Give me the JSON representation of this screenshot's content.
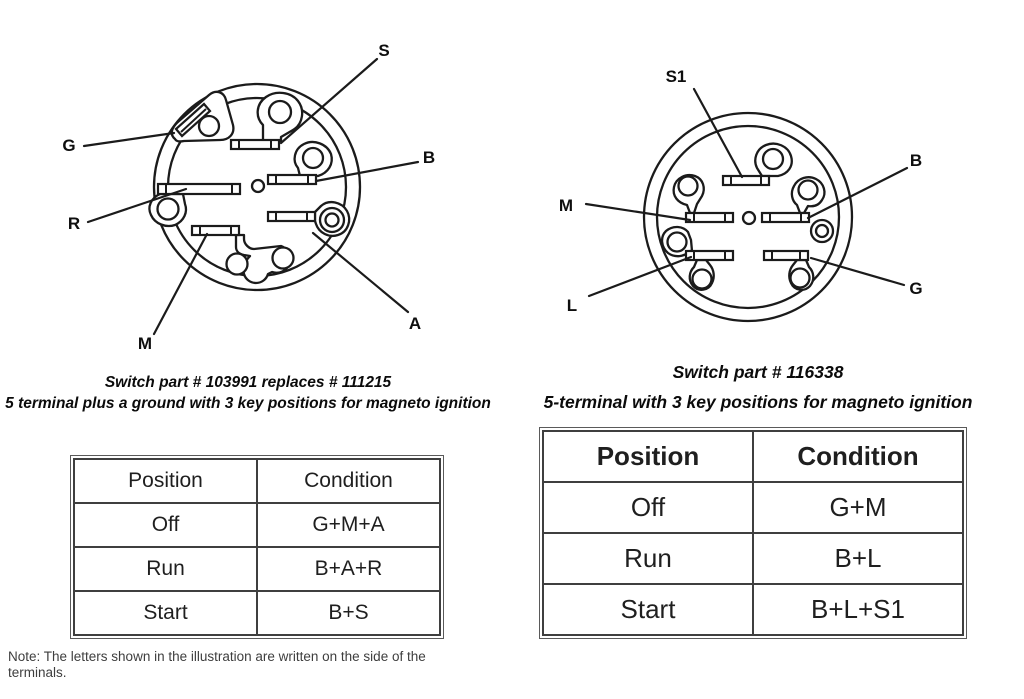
{
  "colors": {
    "ink": "#1b1b1b",
    "table_border": "#3f3f3f",
    "note_text": "#3e3e3e",
    "background": "#ffffff"
  },
  "left": {
    "terminals": {
      "s": "S",
      "g": "G",
      "b": "B",
      "r": "R",
      "a": "A",
      "m": "M"
    },
    "caption_line1": "Switch part # 103991 replaces # 111215",
    "caption_line2": "5 terminal plus a ground with 3 key positions for magneto ignition",
    "table": {
      "headers": [
        "Position",
        "Condition"
      ],
      "rows": [
        [
          "Off",
          "G+M+A"
        ],
        [
          "Run",
          "B+A+R"
        ],
        [
          "Start",
          "B+S"
        ]
      ]
    }
  },
  "right": {
    "terminals": {
      "s1": "S1",
      "b": "B",
      "m": "M",
      "l": "L",
      "g": "G"
    },
    "caption_line1": "Switch part # 116338",
    "caption_line2": "5-terminal with 3 key positions for magneto ignition",
    "table": {
      "headers": [
        "Position",
        "Condition"
      ],
      "rows": [
        [
          "Off",
          "G+M"
        ],
        [
          "Run",
          "B+L"
        ],
        [
          "Start",
          "B+L+S1"
        ]
      ]
    }
  },
  "note": "Note: The letters shown in the illustration are written on the side of the terminals."
}
